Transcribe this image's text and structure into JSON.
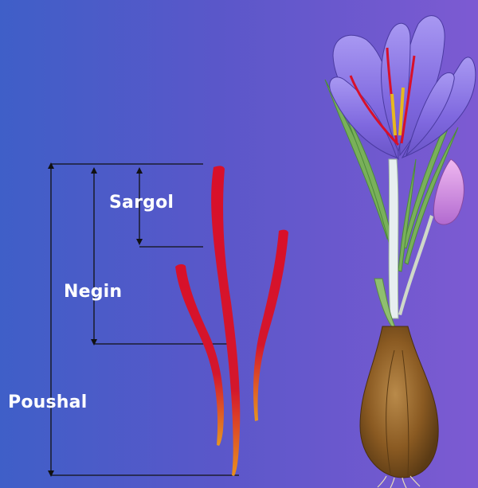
{
  "labels": {
    "sargol": "Sargol",
    "negin": "Negin",
    "poushal": "Poushal"
  },
  "colors": {
    "background_left": "#3f5fc8",
    "background_right": "#7d5ad2",
    "stigma_red": "#d8102a",
    "stigma_orange": "#e8901e",
    "bracket_line": "#111111",
    "petal_purple": "#8a6fe6",
    "bulb_brown": "#8a5a22"
  }
}
